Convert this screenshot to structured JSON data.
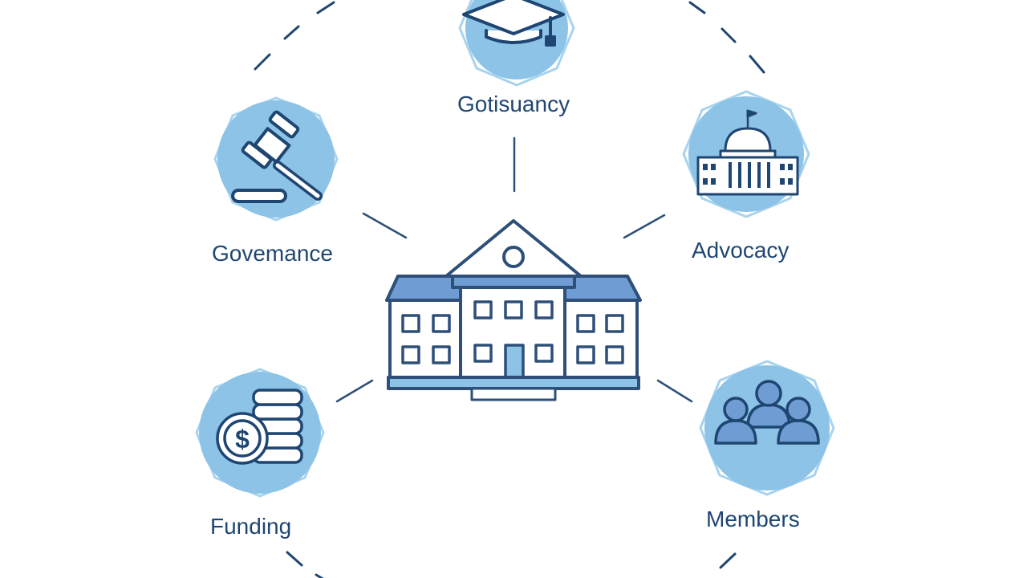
{
  "nodes": {
    "top": {
      "label": "Gotisuancy",
      "icon": "graduation-cap-icon"
    },
    "governance": {
      "label": "Govemance",
      "icon": "gavel-icon"
    },
    "advocacy": {
      "label": "Advocacy",
      "icon": "capitol-building-icon"
    },
    "funding": {
      "label": "Funding",
      "icon": "coins-dollar-icon"
    },
    "members": {
      "label": "Members",
      "icon": "people-group-icon"
    }
  },
  "center": {
    "icon": "university-building-icon"
  },
  "colors": {
    "ink": "#1f4672",
    "circle_fill": "#8cc3e6",
    "circle_ring": "#a8d3ee",
    "roof_fill": "#6f9cd2",
    "line": "#2d4f78"
  }
}
